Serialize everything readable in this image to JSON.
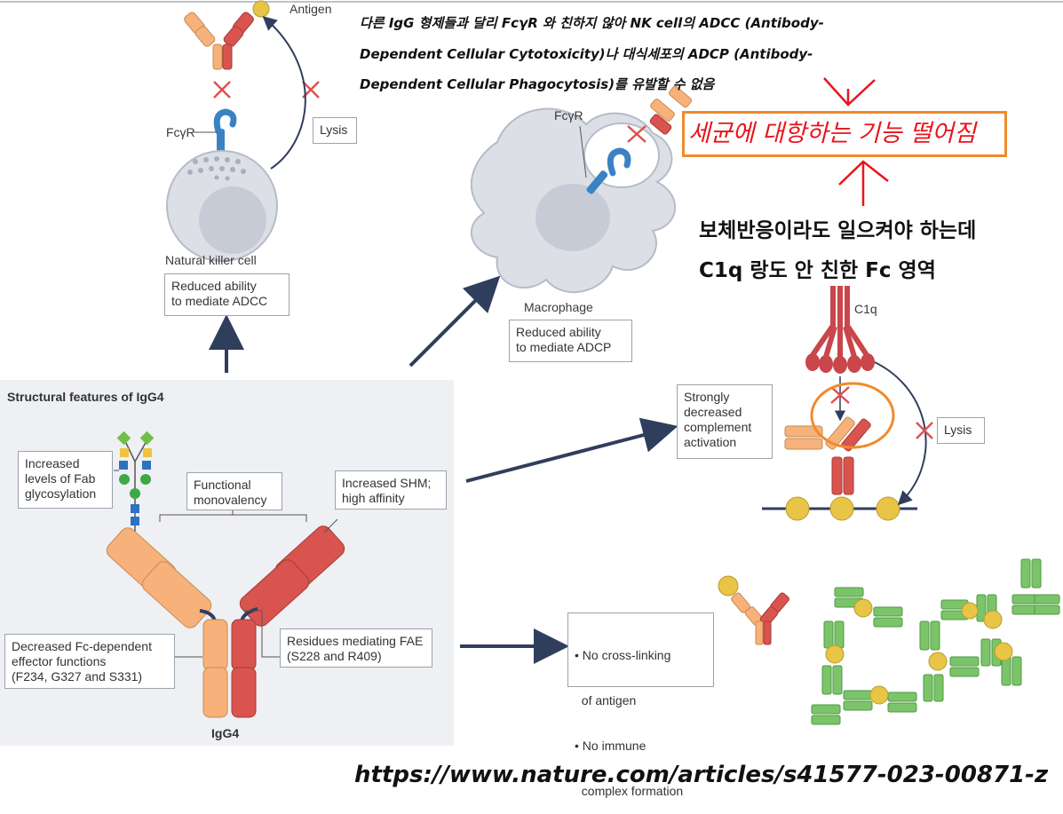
{
  "top_note": {
    "line1": "다른 IgG 형제들과 달리 FcγR 와 친하지 않아 NK cell의 ADCC (Antibody-",
    "line2": "Dependent Cellular Cytotoxicity)나 대식세포의 ADCP (Antibody-",
    "line3": "Dependent Cellular Phagocytosis)를 유발할 수 없음"
  },
  "highlight_note": "세균에 대항하는 기능 떨어짐",
  "complement_note": {
    "line1": "보체반응이라도 일으켜야 하는데",
    "line2": "C1q 랑도 안 친한 Fc 영역"
  },
  "nk": {
    "antigen_label": "Antigen",
    "fcgr_label": "FcγR",
    "lysis_label": "Lysis",
    "cell_label": "Natural killer cell",
    "box_line1": "Reduced ability",
    "box_line2": "to mediate ADCC"
  },
  "macrophage": {
    "fcgr_label": "FcγR",
    "cell_label": "Macrophage",
    "box_line1": "Reduced ability",
    "box_line2": "to mediate ADCP"
  },
  "complement": {
    "c1q_label": "C1q",
    "lysis_label": "Lysis",
    "box_lines": [
      "Strongly",
      "decreased",
      "complement",
      "activation"
    ]
  },
  "panel": {
    "title": "Structural features of IgG4",
    "fab_glyco": [
      "Increased",
      "levels of Fab",
      "glycosylation"
    ],
    "monovalency": [
      "Functional",
      "monovalency"
    ],
    "shm": [
      "Increased SHM;",
      "high affinity"
    ],
    "fc_effector": [
      "Decreased Fc-dependent",
      "effector functions",
      "(F234, G327 and S331)"
    ],
    "fae": [
      "Residues mediating FAE",
      "(S228 and R409)"
    ],
    "igg4_label": "IgG4"
  },
  "crosslink_box": [
    "• No cross-linking",
    "  of antigen",
    "• No immune",
    "  complex formation"
  ],
  "source_url": "https://www.nature.com/articles/s41577-023-00871-z",
  "colors": {
    "orange_chain": "#f6b27a",
    "red_chain": "#d9544f",
    "receptor_blue": "#3b82c4",
    "antigen_yellow": "#e8c547",
    "green_igg": "#7cc46a",
    "arrow_navy": "#2f3e5c",
    "highlight_orange": "#f08a2c",
    "annotation_red": "#e8141c"
  }
}
